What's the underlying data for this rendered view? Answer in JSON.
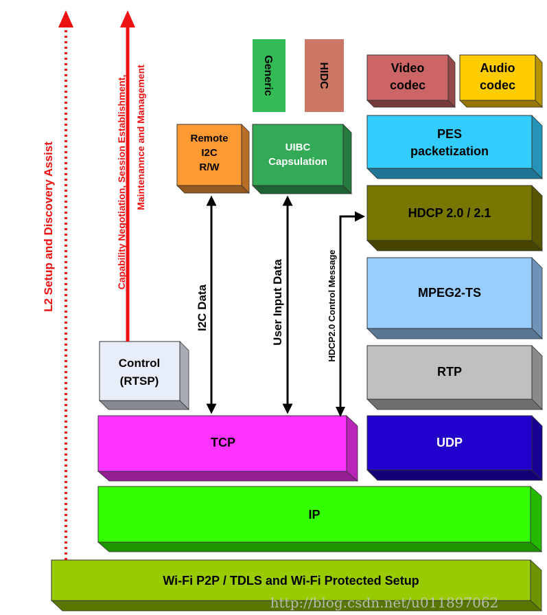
{
  "colors": {
    "wifi": "#99cc00",
    "ip": "#33ff00",
    "tcp": "#ff33ff",
    "udp": "#2200cc",
    "rtp": "#c0c0c0",
    "mpeg": "#99ccff",
    "hdcp": "#777700",
    "pes": "#33ccff",
    "uibc": "#33aa55",
    "remote": "#ff9933",
    "control": "#e8eef8",
    "video": "#cc6666",
    "audio": "#ffcc00",
    "generic": "#33bb55",
    "hidc": "#cc7766",
    "red_arrow": "#ee1111"
  },
  "blocks": {
    "wifi": "Wi-Fi P2P / TDLS and Wi-Fi Protected Setup",
    "ip": "IP",
    "tcp": "TCP",
    "udp": "UDP",
    "rtp": "RTP",
    "mpeg": "MPEG2-TS",
    "hdcp": "HDCP 2.0 / 2.1",
    "pes_line1": "PES",
    "pes_line2": "packetization",
    "video_line1": "Video",
    "video_line2": "codec",
    "audio_line1": "Audio",
    "audio_line2": "codec",
    "generic": "Generic",
    "hidc": "HIDC",
    "uibc_line1": "UIBC",
    "uibc_line2": "Capsulation",
    "remote_line1": "Remote",
    "remote_line2": "I2C",
    "remote_line3": "R/W",
    "control_line1": "Control",
    "control_line2": "(RTSP)"
  },
  "arrows": {
    "l2": "L2 Setup and Discovery Assist",
    "cap_line1": "Capability Negotiation, Session Establishment,",
    "cap_line2": "Maintenannce and Management",
    "i2c": "I2C Data",
    "user_input": "User Input Data",
    "hdcp_msg": "HDCP2.0 Control Message"
  },
  "watermark": "http://blog.csdn.net/u011897062"
}
